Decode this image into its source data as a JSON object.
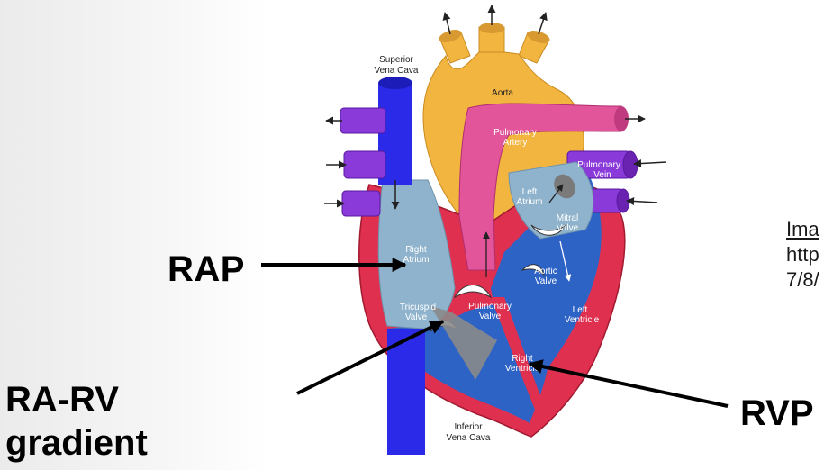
{
  "heart": {
    "superior_vena_cava": [
      "Superior",
      "Vena Cava"
    ],
    "aorta": "Aorta",
    "pulmonary_artery": [
      "Pulmonary",
      "Artery"
    ],
    "pulmonary_vein": [
      "Pulmonary",
      "Vein"
    ],
    "left_atrium": [
      "Left",
      "Atrium"
    ],
    "mitral_valve": [
      "Mitral",
      "Valve"
    ],
    "right_atrium": [
      "Right",
      "Atrium"
    ],
    "aortic_valve": [
      "Aortic",
      "Valve"
    ],
    "tricuspid_valve": [
      "Tricuspid",
      "Valve"
    ],
    "pulmonary_valve": [
      "Pulmonary",
      "Valve"
    ],
    "left_ventricle": [
      "Left",
      "Ventricle"
    ],
    "right_ventricle": [
      "Right",
      "Ventricle"
    ],
    "inferior_vena_cava": [
      "Inferior",
      "Vena Cava"
    ]
  },
  "annotations": {
    "rap": "RAP",
    "ra_rv_gradient": [
      "RA-RV",
      "gradient"
    ],
    "rvp": "RVP"
  },
  "credit": {
    "line1": "Ima",
    "line2": "http",
    "line3": "7/8/"
  },
  "colors": {
    "vena_cava": "#2a2ae8",
    "aorta": "#f2b640",
    "pulmonary_artery": "#e2559a",
    "pulmonary_vein": "#8a3ad8",
    "right_heart_chamber": "#8fb3cc",
    "left_heart_chamber": "#2e63c6",
    "myocardium": "#e03050",
    "gradient_wedge": "#8a8a8a"
  }
}
